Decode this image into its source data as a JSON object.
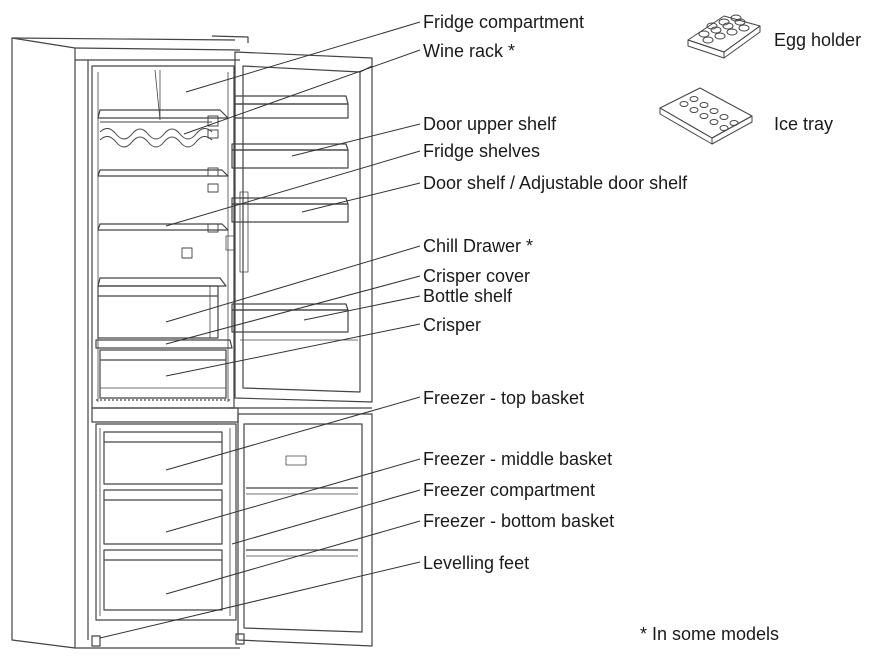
{
  "labels": {
    "fridge_compartment": "Fridge compartment",
    "wine_rack": "Wine rack *",
    "door_upper_shelf": "Door upper shelf",
    "fridge_shelves": "Fridge shelves",
    "door_shelf": "Door shelf / Adjustable door shelf",
    "chill_drawer": "Chill Drawer *",
    "crisper_cover": "Crisper cover",
    "bottle_shelf": "Bottle shelf",
    "crisper": "Crisper",
    "freezer_top_basket": "Freezer - top basket",
    "freezer_middle_basket": "Freezer - middle basket",
    "freezer_compartment": "Freezer compartment",
    "freezer_bottom_basket": "Freezer - bottom basket",
    "levelling_feet": "Levelling feet",
    "egg_holder": "Egg holder",
    "ice_tray": "Ice tray"
  },
  "footnote": "* In some models",
  "colors": {
    "line": "#333333",
    "text": "#1a1a1a"
  }
}
